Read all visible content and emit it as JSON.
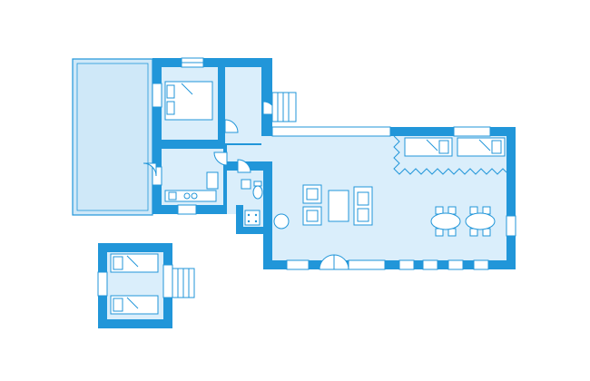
{
  "plan": {
    "accent_color": "#2196d9",
    "floor_color": "#daeefb",
    "rooms": [
      {
        "id": "terrace",
        "kind": "terrace"
      },
      {
        "id": "bedroom-1",
        "kind": "bedroom"
      },
      {
        "id": "hallway",
        "kind": "hallway"
      },
      {
        "id": "kitchen",
        "kind": "kitchen"
      },
      {
        "id": "bathroom",
        "kind": "bathroom"
      },
      {
        "id": "living-area",
        "kind": "living"
      },
      {
        "id": "annex-bedroom",
        "kind": "bedroom"
      }
    ],
    "furniture": [
      "double-bed",
      "single-bed",
      "single-bed",
      "sofa",
      "armchair",
      "armchair",
      "coffee-table",
      "dining-table",
      "dining-table",
      "kitchen-counter",
      "toilet",
      "sink",
      "shower"
    ],
    "icons": [
      "door-icon",
      "stairs-icon",
      "window-icon"
    ]
  }
}
